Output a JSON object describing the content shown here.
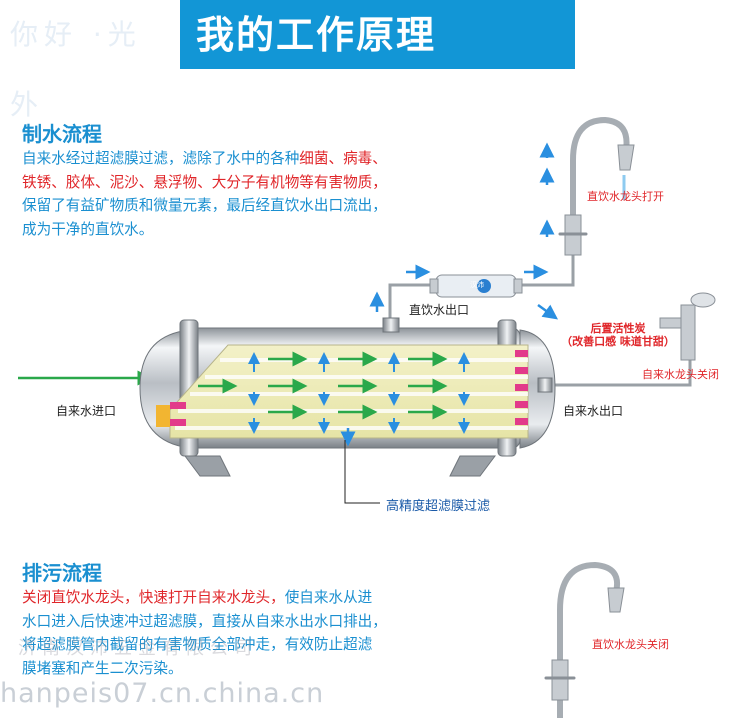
{
  "header": {
    "title": "我的工作原理",
    "decor_text": "你好 ·光 外"
  },
  "production": {
    "title": "制水流程",
    "para_plain_1": "自来水经过超滤膜过滤，滤除了水中的各种",
    "para_red_1": "细菌、病毒、",
    "para_red_2": "铁锈、胶体、泥沙、悬浮物、大分子有机物等有害物质，",
    "para_plain_3": "保留了有益矿物质和微量元素，最后经直饮水出口流出，",
    "para_plain_4": "成为干净的直饮水。"
  },
  "diagram_labels": {
    "direct_faucet_open": "直饮水龙头打开",
    "direct_outlet": "直饮水出口",
    "post_carbon_1": "后置活性炭",
    "post_carbon_2": "（改善口感 味道甘甜）",
    "tap_faucet_closed": "自来水龙头关闭",
    "tap_inlet": "自来水进口",
    "tap_outlet": "自来水出口",
    "membrane": "高精度超滤膜过滤",
    "filter_brand": "汉沛"
  },
  "drain": {
    "title": "排污流程",
    "para_red_1": "关闭直饮水龙头，快速打开自来水龙头，",
    "para_plain_1": "使自来水从进",
    "para_plain_2": "水口进入后快速冲过超滤膜，直接从自来水出水口排出，",
    "para_plain_3": "将超滤膜管内截留的有害物质全部冲走，有效防止超滤",
    "para_plain_4": "膜堵塞和产生二次污染。",
    "faucet_label": "直饮水龙头关闭"
  },
  "watermark": {
    "url": "hanpeis07.cn.china.cn",
    "company": "济南汉沛五金有限公司"
  },
  "colors": {
    "banner": "#1296d6",
    "title_blue": "#1a8fd0",
    "highlight_red": "#e0262a",
    "flow_green": "#2aa84a",
    "flow_blue": "#2a8fe0"
  }
}
